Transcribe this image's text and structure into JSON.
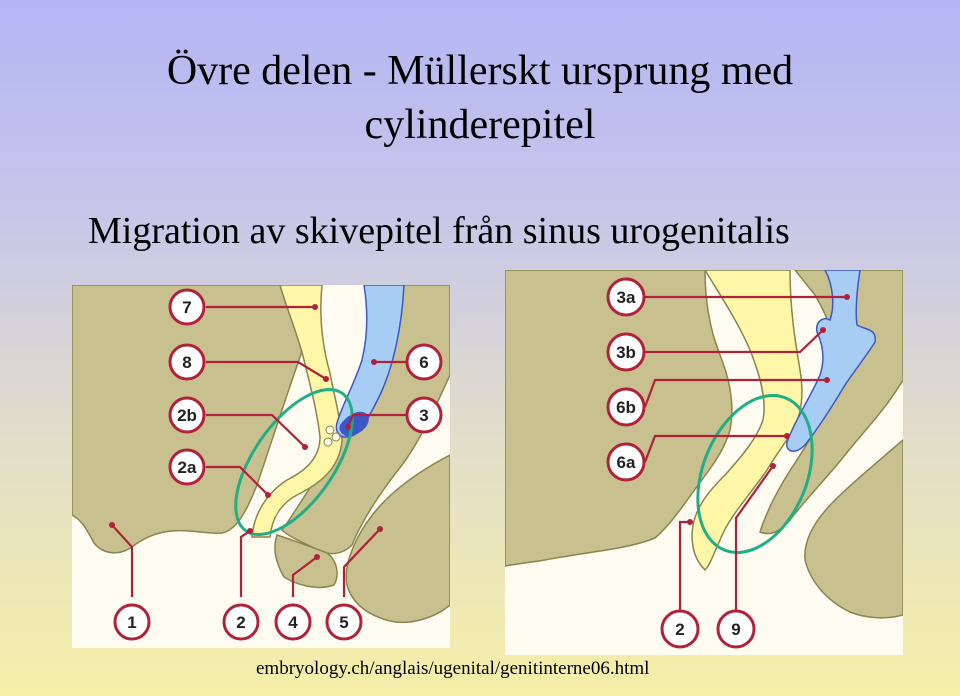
{
  "slide": {
    "title_line1": "Övre delen - Müllerskt ursprung med",
    "title_line2": "cylinderepitel",
    "subtitle": "Migration av skivepitel från sinus urogenitalis",
    "source": "embryology.ch/anglais/ugenital/genitinterne06.html"
  },
  "colors": {
    "tissue": "#c9c08f",
    "tissue_outline": "#8a8450",
    "epithelium_yellow": "#fff7a8",
    "duct_blue": "#a8cdf4",
    "duct_blue_dark": "#3b57c8",
    "label_line": "#b0213a",
    "highlight_ellipse": "#1fae86",
    "background_cream": "#fefcf0"
  },
  "left_diagram": {
    "labels": [
      "7",
      "8",
      "2b",
      "2a",
      "6",
      "3",
      "1",
      "2",
      "4",
      "5"
    ]
  },
  "right_diagram": {
    "labels": [
      "3a",
      "3b",
      "6b",
      "6a",
      "2",
      "9"
    ]
  }
}
